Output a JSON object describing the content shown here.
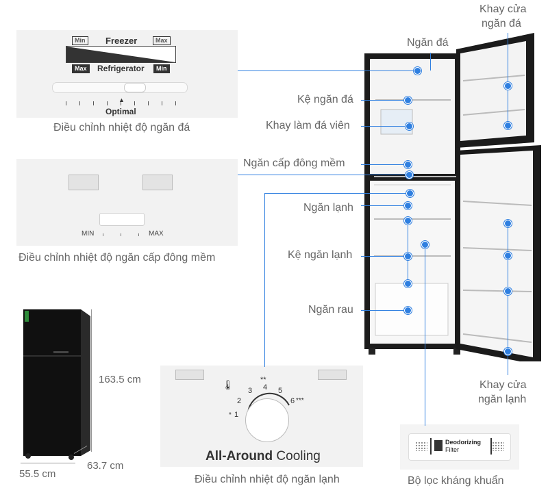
{
  "panel1": {
    "freezer_label": "Freezer",
    "refrigerator_label": "Refrigerator",
    "min_top": "Min",
    "max_top": "Max",
    "max_bottom": "Max",
    "min_bottom": "Min",
    "optimal_label": "Optimal",
    "caption": "Điều chỉnh nhiệt độ ngăn đá"
  },
  "panel2": {
    "min_label": "MIN",
    "max_label": "MAX",
    "caption": "Điều chỉnh nhiệt độ ngăn cấp đông mềm"
  },
  "dial_panel": {
    "numbers": [
      "1",
      "2",
      "3",
      "4",
      "5",
      "6"
    ],
    "stars_top": "**",
    "stars_right": "***",
    "star_left": "*",
    "brand_bold": "All-Around",
    "brand_rest": " Cooling",
    "caption": "Điều chỉnh nhiệt độ ngăn lạnh"
  },
  "filter_panel": {
    "filter_line1": "Deodorizing",
    "filter_line2": "Filter",
    "caption": "Bộ lọc kháng khuẩn"
  },
  "dimensions": {
    "height": "163.5 cm",
    "depth": "63.7 cm",
    "width": "55.5 cm"
  },
  "labels": {
    "ngan_da": "Ngăn đá",
    "khay_cua_ngan_da_1": "Khay cửa",
    "khay_cua_ngan_da_2": "ngăn đá",
    "ke_ngan_da": "Kệ ngăn đá",
    "khay_lam_da": "Khay làm đá viên",
    "ngan_cap_dong": "Ngăn cấp đông mềm",
    "ngan_lanh": "Ngăn lạnh",
    "ke_ngan_lanh": "Kệ ngăn lạnh",
    "ngan_rau": "Ngăn rau",
    "khay_cua_ngan_lanh_1": "Khay cửa",
    "khay_cua_ngan_lanh_2": "ngăn lạnh"
  },
  "colors": {
    "accent": "#2f7fe0",
    "panel_bg": "#f2f2f2",
    "fridge_body": "#161616"
  }
}
